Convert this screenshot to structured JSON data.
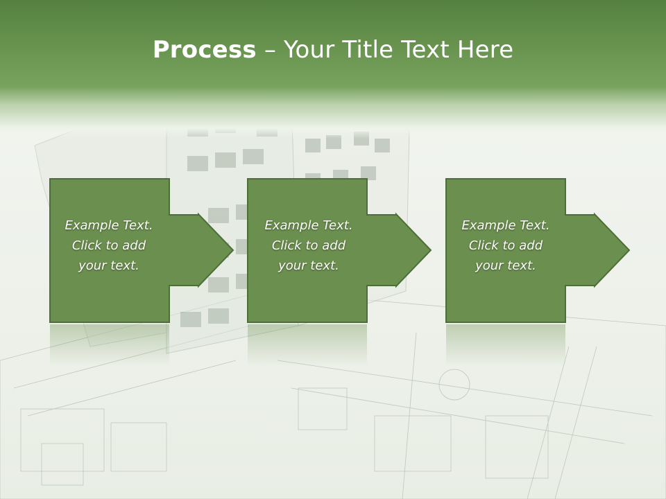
{
  "slide": {
    "title_bold": "Process",
    "title_rest": " – Your Title Text Here"
  },
  "steps": [
    {
      "line1": "Example Text.",
      "line2": "Click  to add",
      "line3": "your text."
    },
    {
      "line1": "Example Text.",
      "line2": "Click  to add",
      "line3": "your text."
    },
    {
      "line1": "Example Text.",
      "line2": "Click  to add",
      "line3": "your text."
    }
  ],
  "colors": {
    "header_green": "#6b9752",
    "box_fill": "#6b8f4e",
    "box_border": "#4e6e37"
  }
}
